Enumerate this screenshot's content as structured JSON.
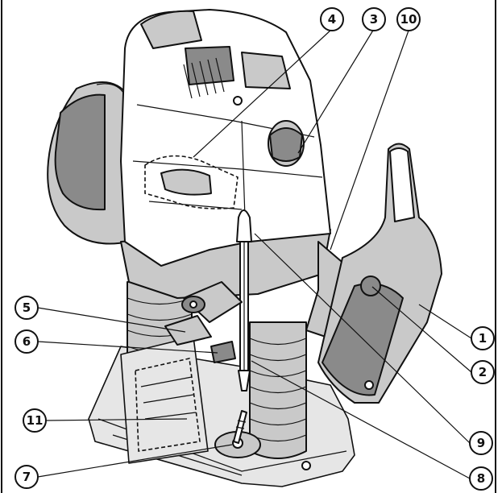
{
  "callouts": [
    {
      "id": "1",
      "label": "1"
    },
    {
      "id": "2",
      "label": "2"
    },
    {
      "id": "3",
      "label": "3"
    },
    {
      "id": "4",
      "label": "4"
    },
    {
      "id": "5",
      "label": "5"
    },
    {
      "id": "6",
      "label": "6"
    },
    {
      "id": "7",
      "label": "7"
    },
    {
      "id": "8",
      "label": "8"
    },
    {
      "id": "9",
      "label": "9"
    },
    {
      "id": "10",
      "label": "10"
    },
    {
      "id": "11",
      "label": "11"
    }
  ],
  "colors": {
    "ink": "#111111",
    "shade": "#c9c9c9",
    "dark": "#8a8a8a",
    "paper": "#ffffff"
  }
}
